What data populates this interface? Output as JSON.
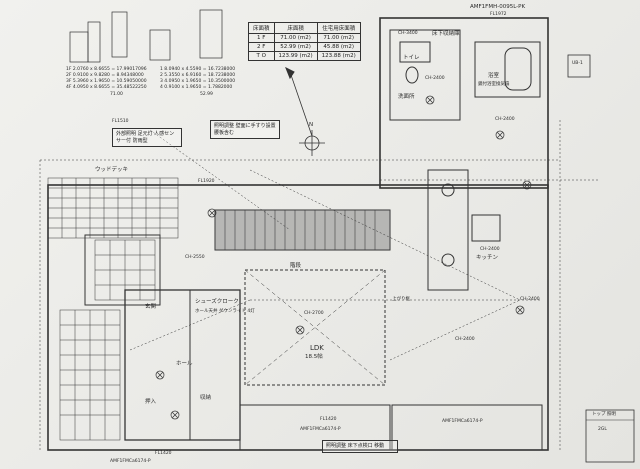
{
  "area_table": {
    "title": "床面積",
    "col1": "床面積",
    "col2": "住宅用床面積",
    "rows": [
      {
        "floor": "1 F",
        "area": "71.00 (m2)",
        "residential": "71.00 (m2)"
      },
      {
        "floor": "2 F",
        "area": "52.99 (m2)",
        "residential": "45.88 (m2)"
      },
      {
        "floor": "T O",
        "area": "123.99 (m2)",
        "residential": "123.88 (m2)"
      }
    ]
  },
  "calc_blocks": {
    "block1": [
      "1F 2.0760 x 8.6655 = 17.99017096",
      "2F 0.9100 x 9.8280 = 8.94348000",
      "3F 5.3960 x 1.9650 = 10.59050000",
      "4F 4.0950 x 8.6655 = 35.48522250"
    ],
    "block1_total": "71.00",
    "block2": [
      "1 8.0940 x 4.5590 = 16.7238000",
      "2 5.3550 x 6.9160 = 18.7238000",
      "3 4.0950 x 1.9650 = 10.3500000",
      "4 0.9100 x 1.9650 = 1.7882000"
    ],
    "block2_total": "52.99"
  },
  "labels": {
    "top_right": "AMF1FMH-0095L-PK",
    "sub_top_right": "FL1972",
    "wc_up": "CH-3400",
    "wc_label": "床下収納庫",
    "bath_label": "浴室",
    "bath_sub": "鏡付浴室換気扇",
    "unit_label": "UB-1",
    "fl_1": "FL1510",
    "fl_2": "FL1920",
    "ch_2400_a": "CH-2400",
    "ch_2400_b": "CH-2400",
    "ch_2400_c": "CH-2400",
    "ch_2400_d": "CH-2400",
    "ch_2700": "CH-2700",
    "ch_2400_e": "CH-2400",
    "ch_2550": "CH-2550",
    "living": "LDK",
    "living_size": "18.5帖",
    "kitchen": "キッチン",
    "stairs": "階段",
    "entrance": "玄関",
    "shoe_storage": "シューズクローク",
    "hall": "ホール",
    "closet": "収納",
    "wardrobe": "押入",
    "washroom": "洗面所",
    "toilet": "トイレ",
    "deck": "ウッドデッキ",
    "fl_bottom_1": "FL1420",
    "fl_bottom_2": "FL1420",
    "code_bottom_1": "AMF1FMCa6174-P",
    "code_bottom_2": "AMF1FMCa6174-P",
    "code_bottom_3": "AMF1FMCa6174-P",
    "north": "N",
    "legend_title": "トップ 照明",
    "legend_1": "2GL",
    "note_top": "照明調整 壁面に手すり設置 腰板含む",
    "note_left": "外部照明 足元灯 人感センサー付 防雨型",
    "note_bottom": "照明調整 床下点検口 移動",
    "dim_note": "上がり框",
    "plan_note": "ホール天井 ダウンライト 4灯"
  }
}
